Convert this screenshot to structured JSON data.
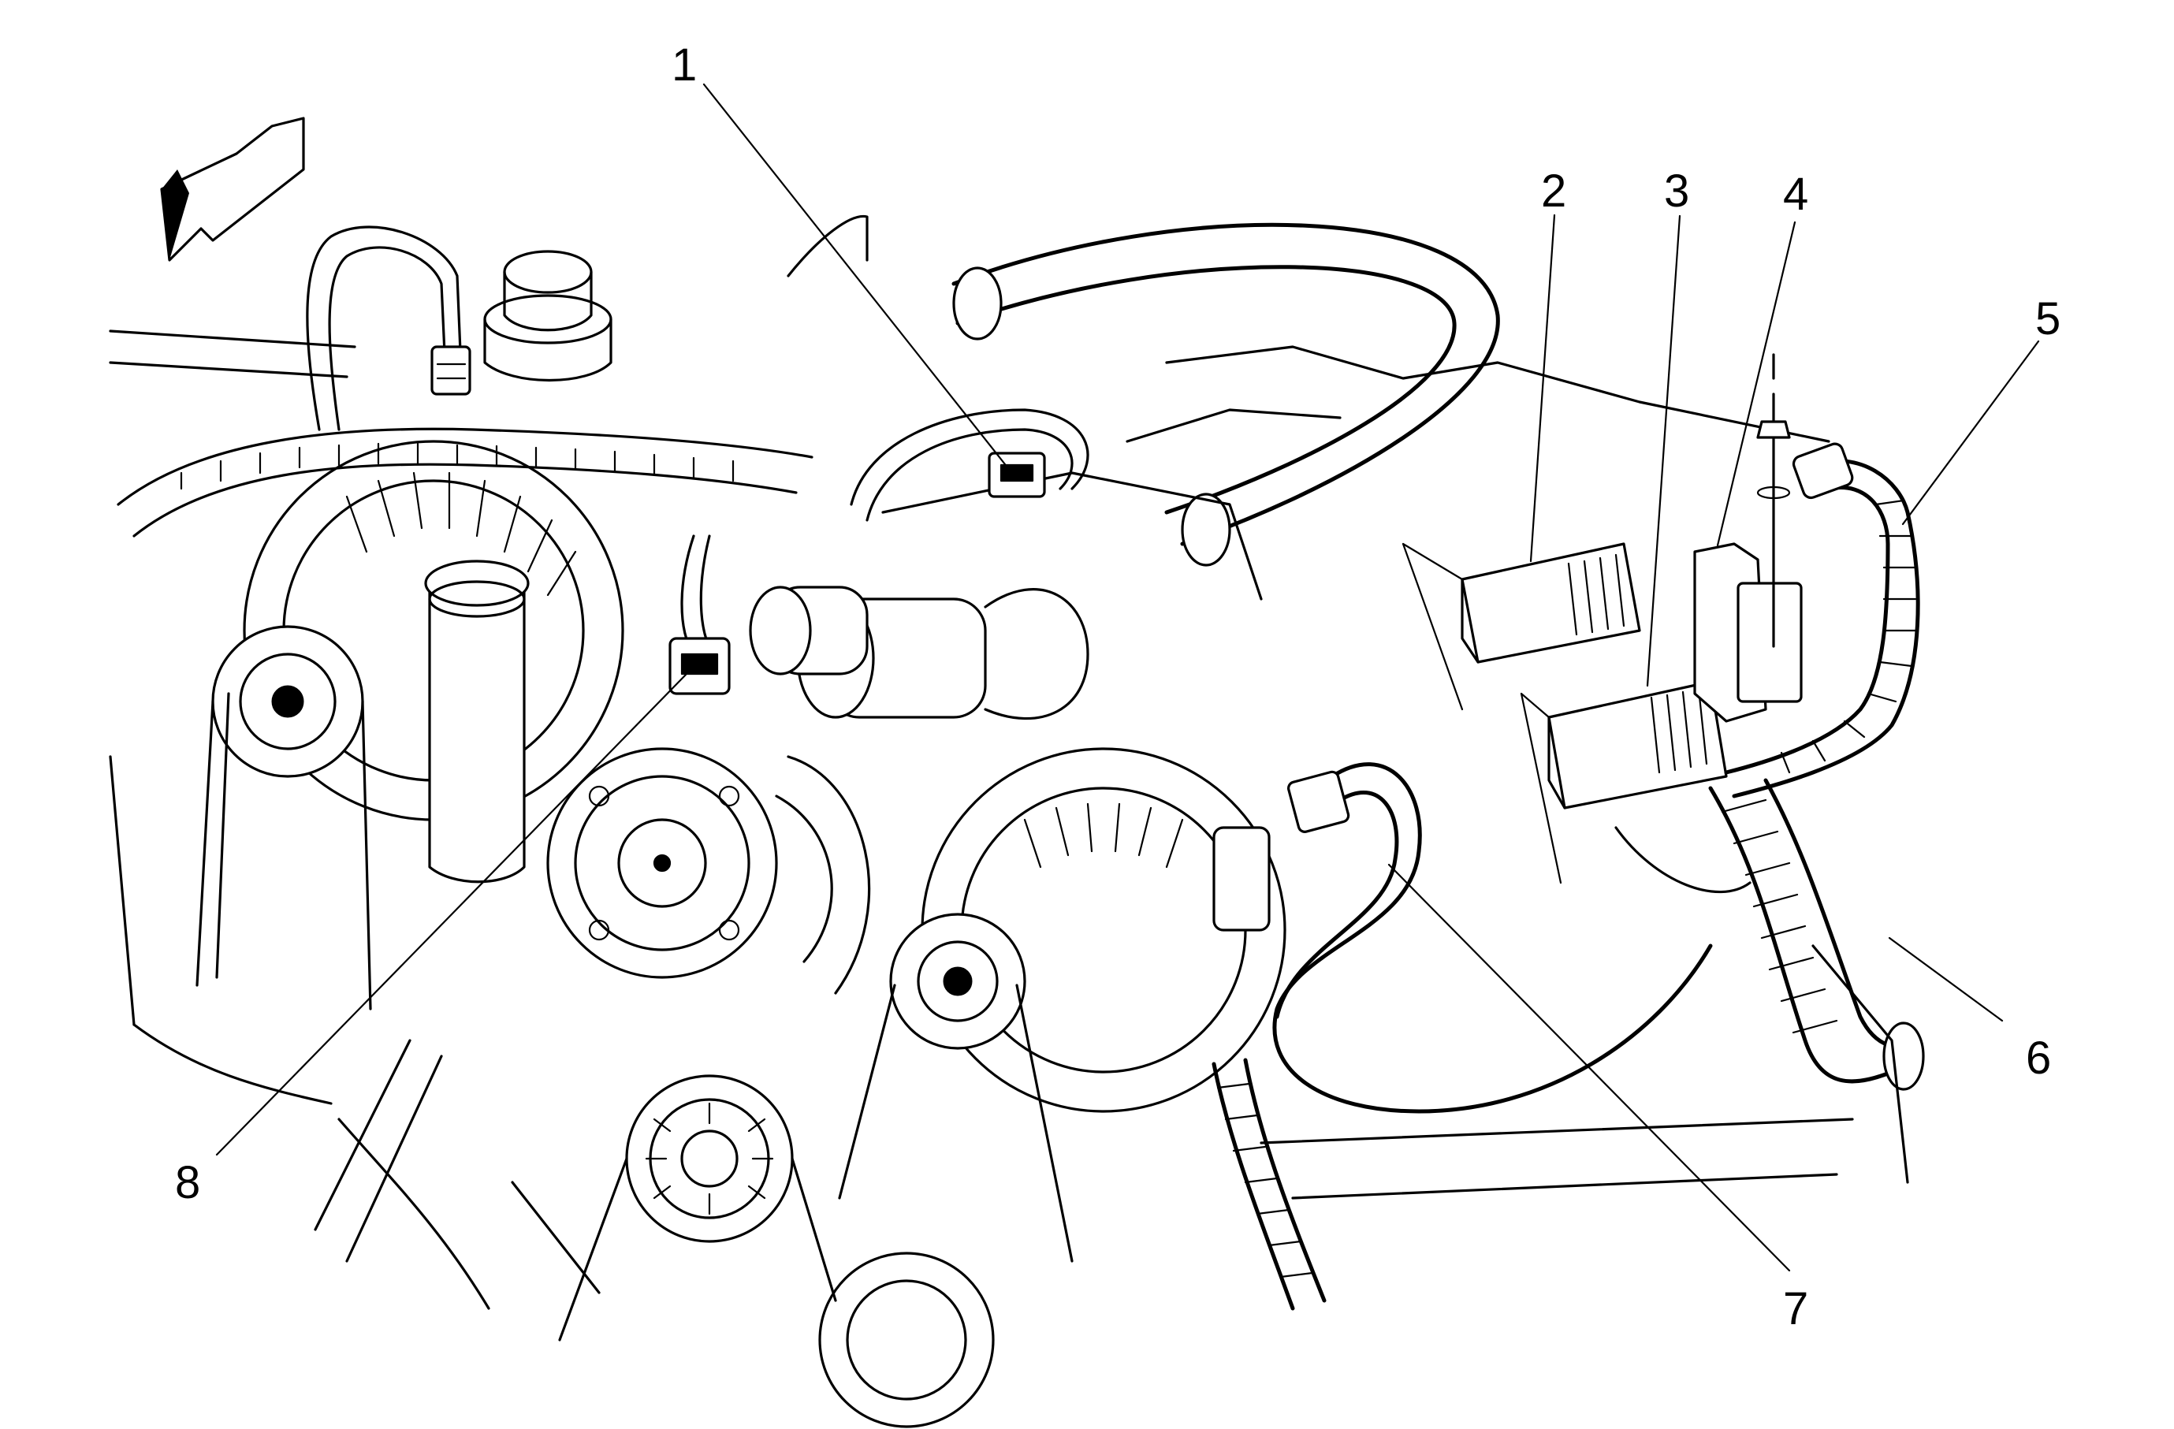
{
  "diagram": {
    "callouts": [
      {
        "id": "1",
        "label": "1"
      },
      {
        "id": "2",
        "label": "2"
      },
      {
        "id": "3",
        "label": "3"
      },
      {
        "id": "4",
        "label": "4"
      },
      {
        "id": "5",
        "label": "5"
      },
      {
        "id": "6",
        "label": "6"
      },
      {
        "id": "7",
        "label": "7"
      },
      {
        "id": "8",
        "label": "8"
      }
    ],
    "colors": {
      "line": "#000000",
      "background": "#ffffff"
    },
    "icons": [
      "front-direction-arrow-icon"
    ]
  }
}
